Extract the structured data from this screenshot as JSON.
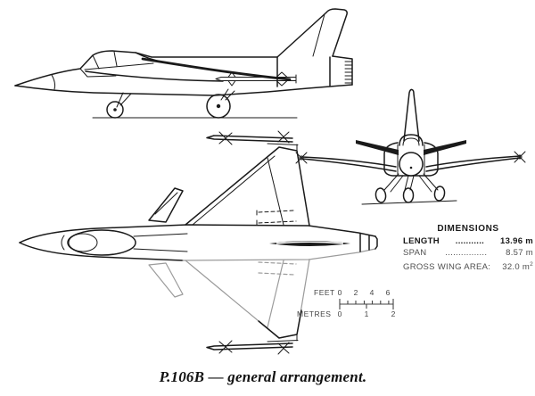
{
  "colors": {
    "background": "#ffffff",
    "ink": "#1a1a1a",
    "faded_line": "#9b9b9b",
    "secondary_text": "#4f4f4f"
  },
  "caption": "P.106B — general arrangement.",
  "dimensions": {
    "title": "DIMENSIONS",
    "rows": [
      {
        "label": "LENGTH",
        "dots": "...........",
        "value": "13.96 m"
      },
      {
        "label": "SPAN",
        "dots": "................",
        "value": "8.57 m"
      },
      {
        "label": "GROSS WING AREA:",
        "value": "32.0 m",
        "sup": "2"
      }
    ]
  },
  "scale": {
    "feet": {
      "label": "FEET",
      "ticks": [
        "0",
        "2",
        "4",
        "6"
      ]
    },
    "metres": {
      "label": "METRES",
      "ticks": [
        "0",
        "1",
        "2"
      ]
    }
  }
}
